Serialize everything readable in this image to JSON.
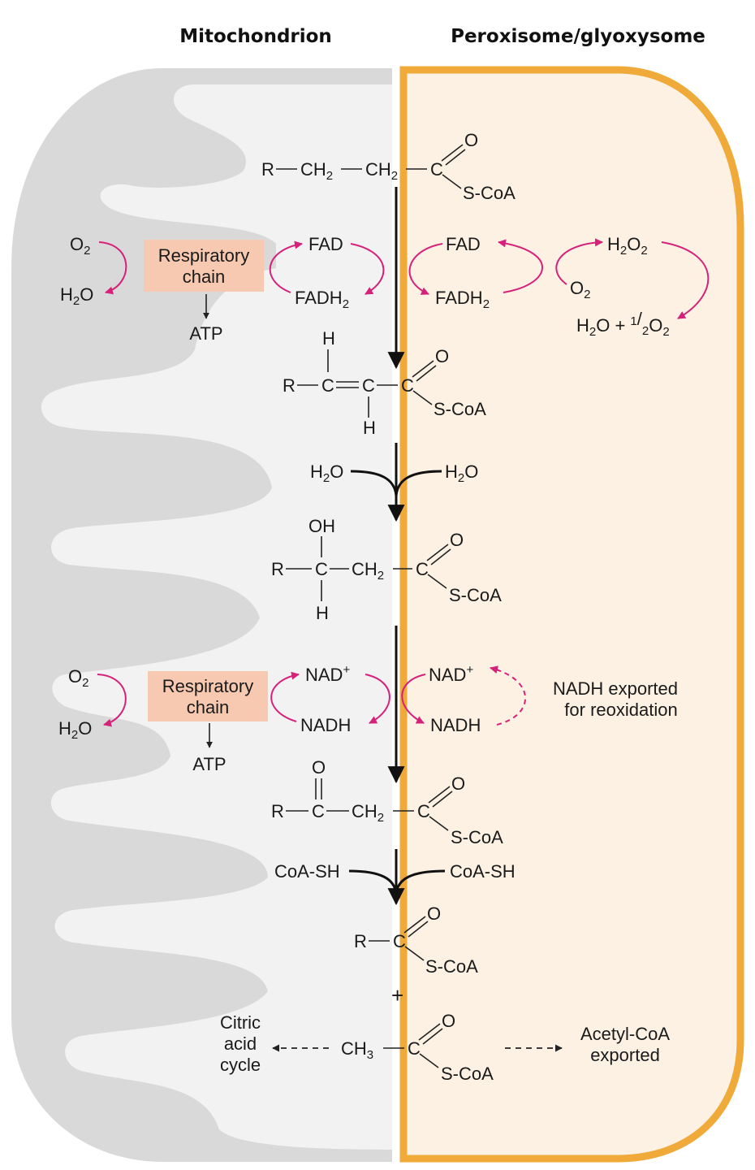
{
  "headers": {
    "left": "Mitochondrion",
    "right": "Peroxisome/glyoxysome"
  },
  "colors": {
    "mito_matrix": "#f2f2f2",
    "mito_membrane": "#d9d9d9",
    "perox_fill": "#fcf1e3",
    "perox_border": "#f0aa3a",
    "resp_box": "#f7c9b0",
    "cofactor_arrow": "#d6217a"
  },
  "molecules": {
    "acyl_coa": {
      "r": "R",
      "ch2": "CH",
      "ch2_sub": "2",
      "o": "O",
      "scoa": "S-CoA"
    },
    "enoyl_coa": {
      "r": "R",
      "c": "C",
      "h": "H",
      "o": "O",
      "scoa": "S-CoA"
    },
    "hydroxyacyl_coa": {
      "r": "R",
      "c": "C",
      "oh": "OH",
      "h": "H",
      "ch2": "CH",
      "ch2_sub": "2",
      "o": "O",
      "scoa": "S-CoA"
    },
    "ketoacyl_coa": {
      "r": "R",
      "c": "C",
      "o": "O",
      "ch2": "CH",
      "ch2_sub": "2",
      "scoa": "S-CoA"
    },
    "shortened_acyl_coa": {
      "r": "R",
      "c": "C",
      "o": "O",
      "scoa": "S-CoA"
    },
    "plus": "+",
    "acetyl_coa": {
      "ch3": "CH",
      "ch3_sub": "3",
      "c": "C",
      "o": "O",
      "scoa": "S-CoA"
    }
  },
  "step1": {
    "left": {
      "o2": "O",
      "o2_sub": "2",
      "h2o_h": "H",
      "h2o_sub": "2",
      "h2o_o": "O",
      "resp_line1": "Respiratory",
      "resp_line2": "chain",
      "atp": "ATP",
      "fad": "FAD",
      "fadh2": "FADH",
      "fadh2_sub": "2"
    },
    "right": {
      "fad": "FAD",
      "fadh2": "FADH",
      "fadh2_sub": "2",
      "h2o2_h": "H",
      "h2o2_sub1": "2",
      "h2o2_o": "O",
      "h2o2_sub2": "2",
      "o2": "O",
      "o2_sub": "2",
      "prod_h": "H",
      "prod_sub1": "2",
      "prod_o": "O + ",
      "half_num": "1",
      "half_den": "2",
      "prod_o2": "O",
      "prod_sub2": "2"
    }
  },
  "step2": {
    "left_h": "H",
    "left_sub": "2",
    "left_o": "O",
    "right_h": "H",
    "right_sub": "2",
    "right_o": "O"
  },
  "step3": {
    "left": {
      "o2": "O",
      "o2_sub": "2",
      "h2o_h": "H",
      "h2o_sub": "2",
      "h2o_o": "O",
      "resp_line1": "Respiratory",
      "resp_line2": "chain",
      "atp": "ATP",
      "nad": "NAD",
      "nad_sup": "+",
      "nadh": "NADH"
    },
    "right": {
      "nad": "NAD",
      "nad_sup": "+",
      "nadh": "NADH",
      "export_line1": "NADH exported",
      "export_line2": "for reoxidation"
    }
  },
  "step4": {
    "left": "CoA-SH",
    "right": "CoA-SH"
  },
  "fates": {
    "left_line1": "Citric",
    "left_line2": "acid",
    "left_line3": "cycle",
    "right_line1": "Acetyl-CoA",
    "right_line2": "exported"
  }
}
